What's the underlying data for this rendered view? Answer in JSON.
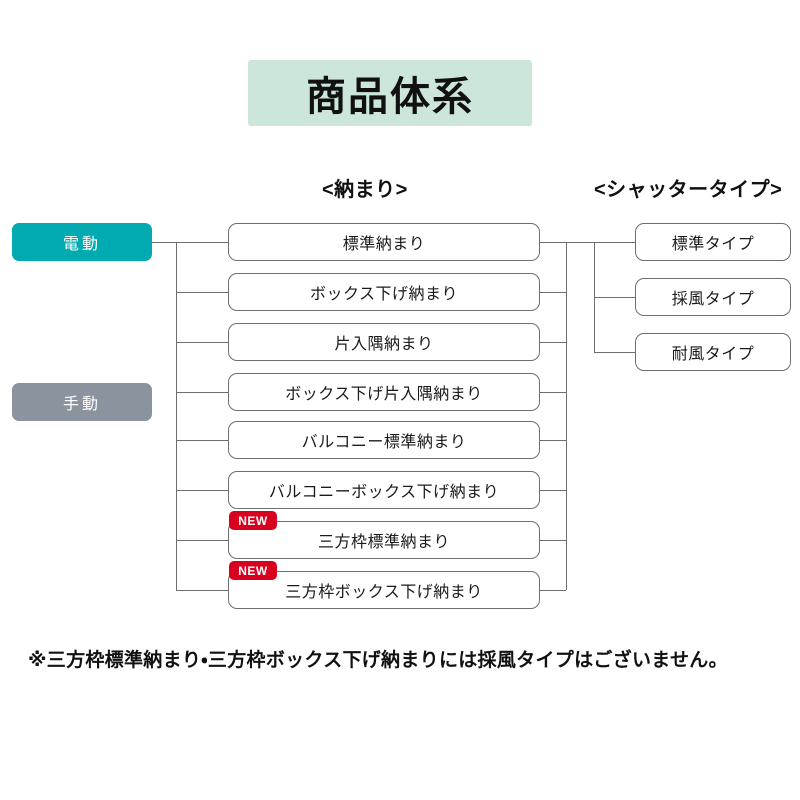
{
  "title": "商品体系",
  "colors": {
    "title_band": "#cce6da",
    "electric_button": "#00aab0",
    "manual_button": "#8b939e",
    "new_badge": "#d8001f",
    "line": "#6e6e6e",
    "box_border": "#6e6e6e",
    "background": "#ffffff"
  },
  "headers": {
    "osamari": "<納まり>",
    "shutter_type": "<シャッタータイプ>"
  },
  "categories": [
    {
      "label": "電動",
      "color": "#00aab0"
    },
    {
      "label": "手動",
      "color": "#8b939e"
    }
  ],
  "osamari_nodes": [
    {
      "label": "標準納まり",
      "badge": null
    },
    {
      "label": "ボックス下げ納まり",
      "badge": null
    },
    {
      "label": "片入隅納まり",
      "badge": null
    },
    {
      "label": "ボックス下げ片入隅納まり",
      "badge": null
    },
    {
      "label": "バルコニー標準納まり",
      "badge": null
    },
    {
      "label": "バルコニーボックス下げ納まり",
      "badge": null
    },
    {
      "label": "三方枠標準納まり",
      "badge": "NEW"
    },
    {
      "label": "三方枠ボックス下げ納まり",
      "badge": "NEW"
    }
  ],
  "shutter_type_nodes": [
    {
      "label": "標準タイプ"
    },
    {
      "label": "採風タイプ"
    },
    {
      "label": "耐風タイプ"
    }
  ],
  "footnote": "※三方枠標準納まり・三方枠ボックス下げ納まりには採風タイプはございません。"
}
